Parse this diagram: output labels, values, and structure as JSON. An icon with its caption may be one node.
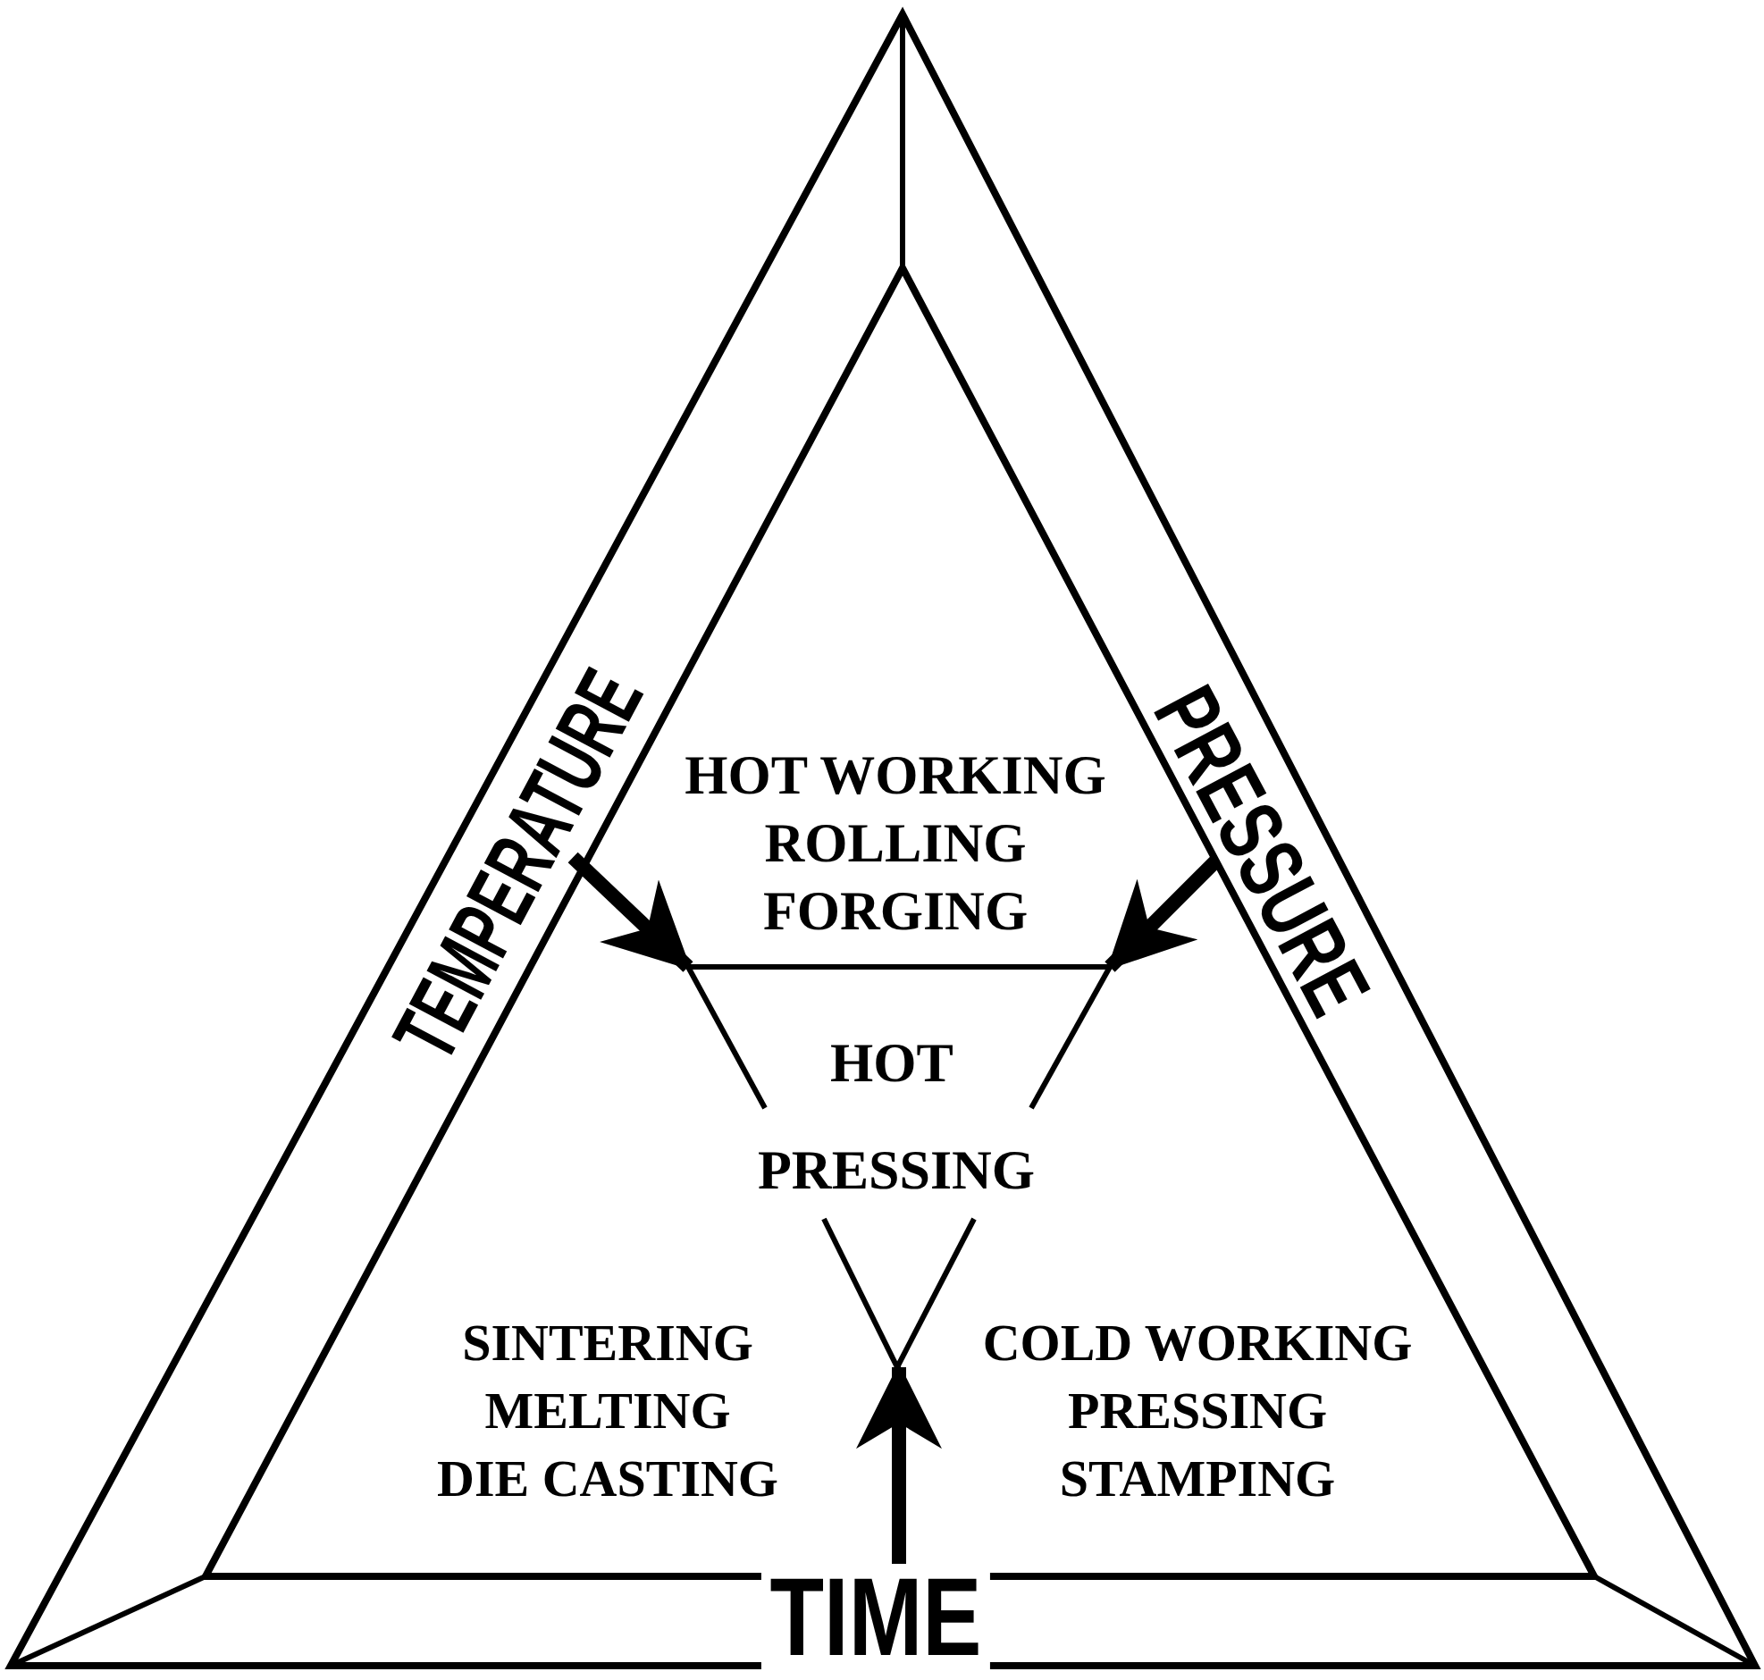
{
  "diagram": {
    "nodes": [
      {
        "text": [
          "TEMPERATURE"
        ]
      },
      {
        "text": [
          "PRESSURE"
        ]
      },
      {
        "text": [
          "HOT WORKING",
          "ROLLING",
          "FORGING"
        ]
      },
      {
        "text": [
          "HOT PRESSING"
        ]
      },
      {
        "text": [
          "SINTERING",
          "MELTING",
          "DIE CASTING"
        ]
      },
      {
        "text": [
          "COLD WORKING",
          "PRESSING",
          "STAMPING"
        ]
      },
      {
        "text": [
          "TIME"
        ]
      },
      {
        "text": [],
        "shape": "bar"
      },
      {
        "text": [],
        "shape": "cross"
      }
    ],
    "edges": [
      {
        "from": 0,
        "to": 7,
        "arrow": "to"
      },
      {
        "from": 1,
        "to": 7,
        "arrow": "to"
      },
      {
        "from": 6,
        "to": 8,
        "arrow": "to"
      }
    ]
  }
}
